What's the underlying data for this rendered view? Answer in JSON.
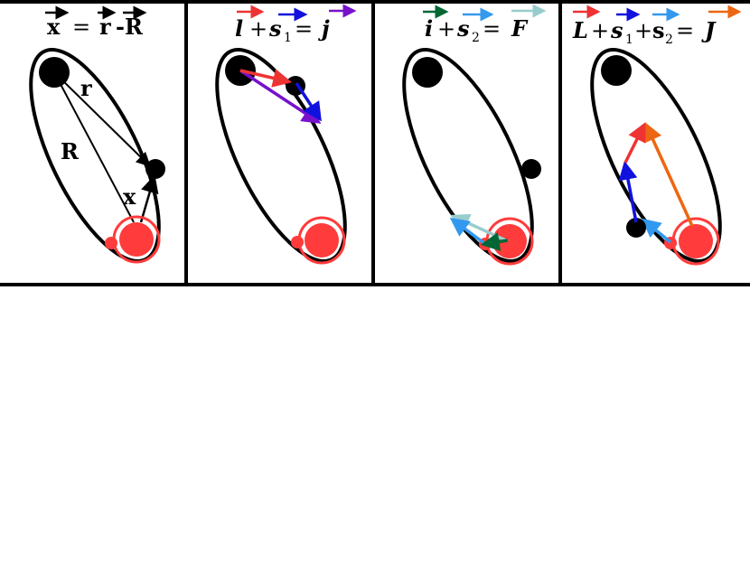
{
  "panels": [
    {
      "equation": {
        "x": "x",
        "eq": "=",
        "r": "r",
        "minus": "-",
        "R": "R"
      },
      "labels": {
        "r": "r",
        "R": "R",
        "x": "x"
      },
      "colors": {
        "arrows": "#000000"
      }
    },
    {
      "equation": {
        "l": "l",
        "plus": "+",
        "s": "s",
        "sub": "1",
        "eq": "=",
        "j": "j"
      },
      "colors": {
        "l": "#ee3333",
        "s1": "#1111dd",
        "j": "#7711cc"
      }
    },
    {
      "equation": {
        "i": "i",
        "plus": "+",
        "s": "s",
        "sub": "2",
        "eq": "=",
        "F": "F"
      },
      "colors": {
        "i": "#006633",
        "s2": "#3399ee",
        "F": "#99cccc"
      }
    },
    {
      "equation": {
        "L": "L",
        "plus1": "+",
        "s1": "s",
        "sub1": "1",
        "plus2": "+",
        "s2": "s",
        "sub2": "2",
        "eq": "=",
        "J": "J"
      },
      "colors": {
        "L": "#ee3333",
        "s1": "#1111dd",
        "s2": "#3399ee",
        "J": "#ee6611"
      }
    }
  ],
  "colors": {
    "body_black": "#000000",
    "body_red": "#ff3b3b",
    "ring_red": "#ff3b3b",
    "frame": "#000000"
  }
}
